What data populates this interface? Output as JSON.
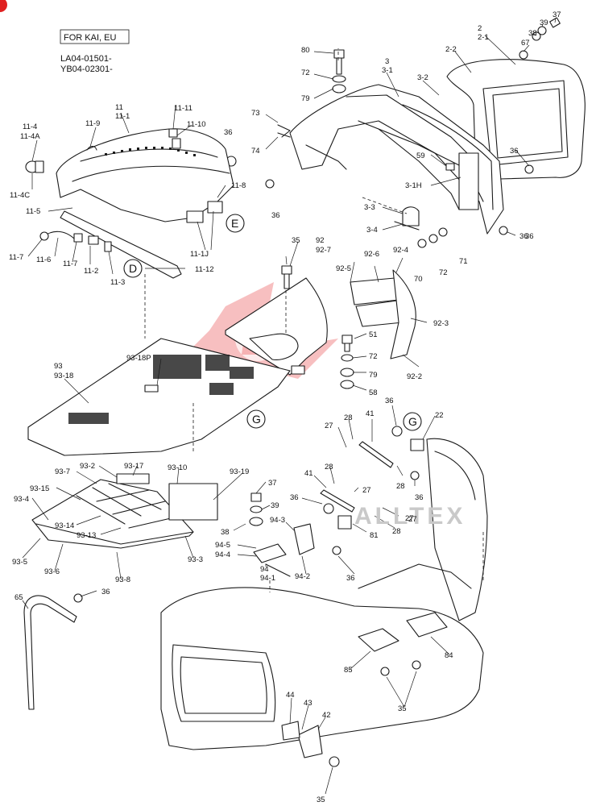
{
  "header": {
    "note": "FOR KAI, EU",
    "serial_1": "LA04-01501-",
    "serial_2": "YB04-02301-"
  },
  "watermark": {
    "text": "ALLTEX",
    "color": "#e7474b"
  },
  "callouts": {
    "d": "D",
    "e": "E",
    "g1": "G",
    "g2": "G"
  },
  "labels": [
    "37",
    "39",
    "38",
    "67",
    "2",
    "2-1",
    "2-2",
    "80",
    "72",
    "79",
    "3",
    "3-1",
    "3-2",
    "73",
    "74",
    "59",
    "36",
    "36",
    "3-1H",
    "36",
    "3-3",
    "3-4",
    "36",
    "70",
    "72",
    "71",
    "11",
    "11-1",
    "11-11",
    "11-10",
    "11-9",
    "11-4",
    "11-4A",
    "36",
    "11-8",
    "11-4C",
    "11-5",
    "11-1J",
    "11-7",
    "11-6",
    "11-7",
    "11-2",
    "11-3",
    "11-12",
    "35",
    "92",
    "92-7",
    "92-6",
    "92-4",
    "92-5",
    "92-3",
    "92-2",
    "51",
    "72",
    "79",
    "58",
    "93",
    "93-18",
    "93-18P",
    "36",
    "22",
    "27",
    "28",
    "41",
    "28",
    "28",
    "36",
    "27",
    "41",
    "27",
    "36",
    "81",
    "28",
    "27",
    "37",
    "39",
    "38",
    "94-3",
    "94-5",
    "94-4",
    "94",
    "94-1",
    "94-2",
    "36",
    "93-2",
    "93-17",
    "93-10",
    "93-19",
    "93-7",
    "93-15",
    "93-4",
    "93-14",
    "93-13",
    "93-5",
    "93-6",
    "93-8",
    "93-3",
    "65",
    "36",
    "85",
    "84",
    "35",
    "44",
    "43",
    "42",
    "35"
  ]
}
